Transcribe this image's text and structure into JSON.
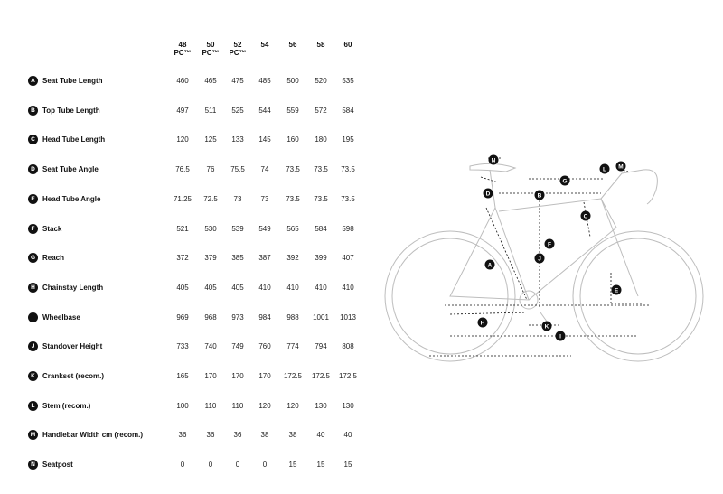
{
  "sizes": [
    {
      "num": "48",
      "suffix": "PC™"
    },
    {
      "num": "50",
      "suffix": "PC™"
    },
    {
      "num": "52",
      "suffix": "PC™"
    },
    {
      "num": "54",
      "suffix": ""
    },
    {
      "num": "56",
      "suffix": ""
    },
    {
      "num": "58",
      "suffix": ""
    },
    {
      "num": "60",
      "suffix": ""
    }
  ],
  "rows": [
    {
      "letter": "A",
      "label": "Seat Tube Length",
      "values": [
        "460",
        "465",
        "475",
        "485",
        "500",
        "520",
        "535"
      ]
    },
    {
      "letter": "B",
      "label": "Top Tube Length",
      "values": [
        "497",
        "511",
        "525",
        "544",
        "559",
        "572",
        "584"
      ]
    },
    {
      "letter": "C",
      "label": "Head Tube Length",
      "values": [
        "120",
        "125",
        "133",
        "145",
        "160",
        "180",
        "195"
      ]
    },
    {
      "letter": "D",
      "label": "Seat Tube Angle",
      "values": [
        "76.5",
        "76",
        "75.5",
        "74",
        "73.5",
        "73.5",
        "73.5"
      ]
    },
    {
      "letter": "E",
      "label": "Head Tube Angle",
      "values": [
        "71.25",
        "72.5",
        "73",
        "73",
        "73.5",
        "73.5",
        "73.5"
      ]
    },
    {
      "letter": "F",
      "label": "Stack",
      "values": [
        "521",
        "530",
        "539",
        "549",
        "565",
        "584",
        "598"
      ]
    },
    {
      "letter": "G",
      "label": "Reach",
      "values": [
        "372",
        "379",
        "385",
        "387",
        "392",
        "399",
        "407"
      ]
    },
    {
      "letter": "H",
      "label": "Chainstay Length",
      "values": [
        "405",
        "405",
        "405",
        "410",
        "410",
        "410",
        "410"
      ]
    },
    {
      "letter": "I",
      "label": "Wheelbase",
      "values": [
        "969",
        "968",
        "973",
        "984",
        "988",
        "1001",
        "1013"
      ]
    },
    {
      "letter": "J",
      "label": "Standover Height",
      "values": [
        "733",
        "740",
        "749",
        "760",
        "774",
        "794",
        "808"
      ]
    },
    {
      "letter": "K",
      "label": "Crankset (recom.)",
      "values": [
        "165",
        "170",
        "170",
        "170",
        "172.5",
        "172.5",
        "172.5"
      ]
    },
    {
      "letter": "L",
      "label": "Stem (recom.)",
      "values": [
        "100",
        "110",
        "110",
        "120",
        "120",
        "130",
        "130"
      ]
    },
    {
      "letter": "M",
      "label": "Handlebar Width cm (recom.)",
      "values": [
        "36",
        "36",
        "36",
        "38",
        "38",
        "40",
        "40"
      ]
    },
    {
      "letter": "N",
      "label": "Seatpost",
      "values": [
        "0",
        "0",
        "0",
        "0",
        "15",
        "15",
        "15"
      ]
    }
  ],
  "diagram": {
    "letters": [
      "N",
      "G",
      "L",
      "M",
      "D",
      "B",
      "C",
      "F",
      "A",
      "J",
      "E",
      "H",
      "K",
      "I"
    ]
  },
  "colors": {
    "frame_line": "#bdbdbd",
    "dimension_line": "#111111",
    "badge": "#111111"
  }
}
